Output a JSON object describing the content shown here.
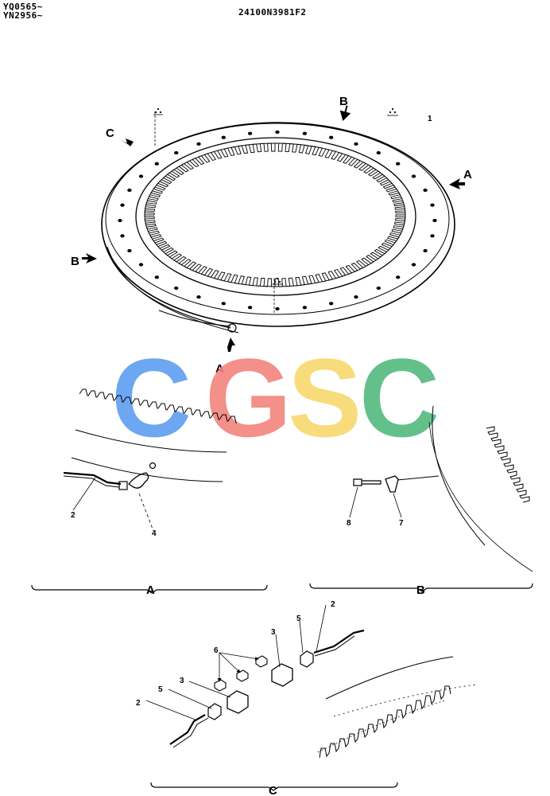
{
  "header": {
    "serial_1": "YQ0565~",
    "serial_2": "YN2956~",
    "drawing_number": "24100N3981F2"
  },
  "main_view": {
    "part_label": "1",
    "view_markers": [
      "A",
      "A",
      "B",
      "B",
      "C"
    ]
  },
  "detail_a": {
    "section_label": "A",
    "callouts": [
      "2",
      "4"
    ]
  },
  "detail_b": {
    "section_label": "B",
    "callouts": [
      "8",
      "7"
    ]
  },
  "detail_c": {
    "section_label": "C",
    "callouts": [
      "2",
      "5",
      "3",
      "6",
      "3",
      "5",
      "2"
    ]
  },
  "watermark": {
    "letters": [
      "C",
      "G",
      "S",
      "C"
    ],
    "colors": [
      "#5b9bf0",
      "#f2817a",
      "#f8d86a",
      "#4fb87a"
    ]
  }
}
